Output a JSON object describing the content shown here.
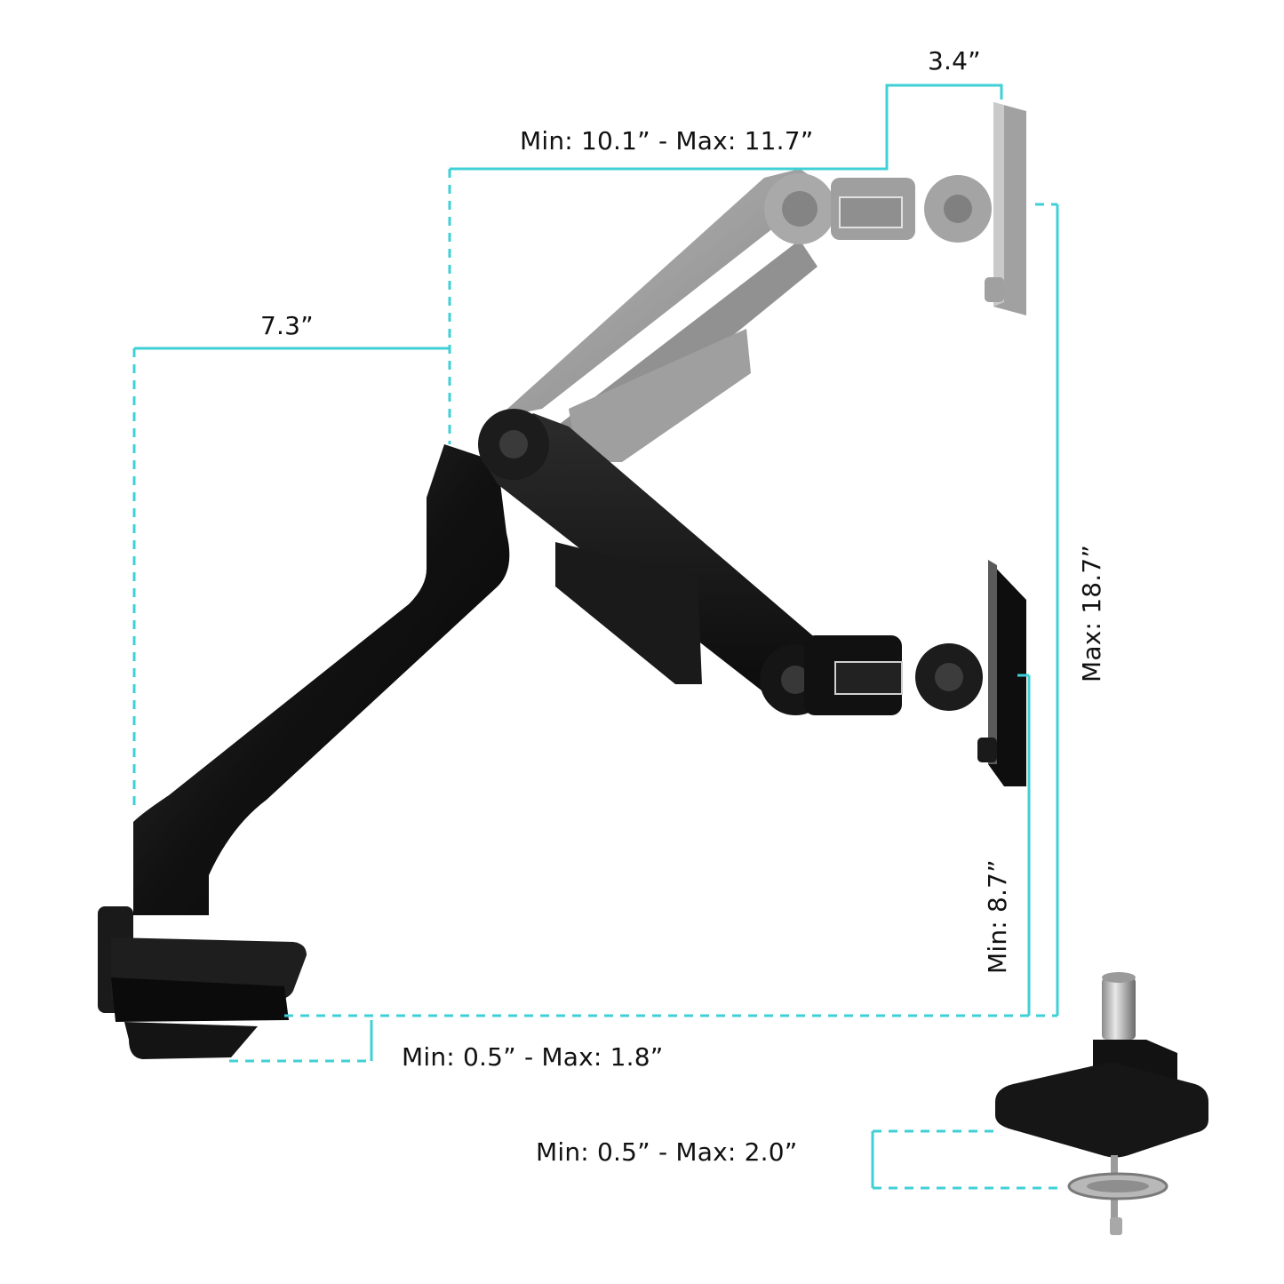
{
  "diagram": {
    "title": "Gas spring monitor arm dimensions",
    "accent_color": "#3fd0d6",
    "labels": {
      "tilt_depth": "3.4”",
      "arm_extension": "Min: 10.1” - Max: 11.7”",
      "base_offset": "7.3”",
      "max_height": "Max: 18.7”",
      "min_height": "Min: 8.7”",
      "clamp_thickness": "Min: 0.5” - Max: 1.8”",
      "grommet_thickness": "Min: 0.5” - Max: 2.0”"
    },
    "components": [
      "clamp-base",
      "lower-arm",
      "gas-spring-upper-arm-lowered",
      "gas-spring-upper-arm-raised-ghost",
      "tilt-swivel-head",
      "vesa-plate",
      "grommet-mount"
    ]
  }
}
